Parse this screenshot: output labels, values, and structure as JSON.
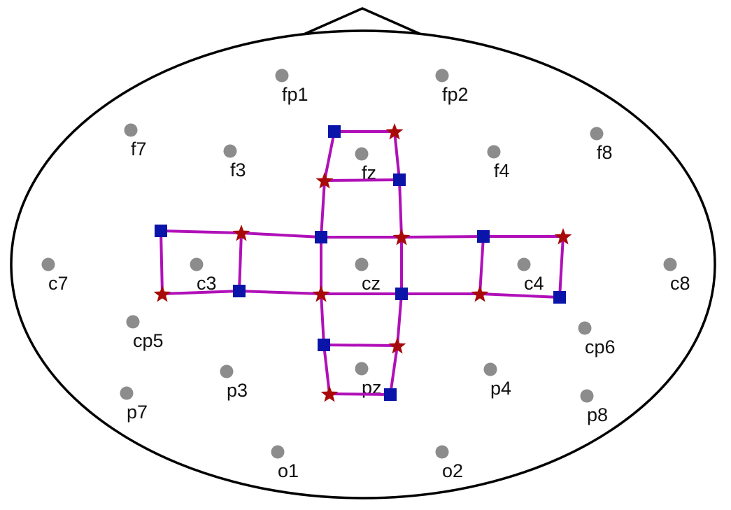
{
  "diagram": {
    "electrodes": [
      "fp1",
      "fp2",
      "f7",
      "f3",
      "fz",
      "f4",
      "f8",
      "c7",
      "c3",
      "cz",
      "c4",
      "c8",
      "cp5",
      "cp6",
      "p3",
      "pz",
      "p4",
      "p7",
      "p8",
      "o1",
      "o2"
    ],
    "colors": {
      "head_outline": "#000000",
      "electrode": "#8c8c8c",
      "connection": "#b010b8",
      "square_marker": "#0a14a8",
      "star_marker": "#a80a0a"
    }
  }
}
